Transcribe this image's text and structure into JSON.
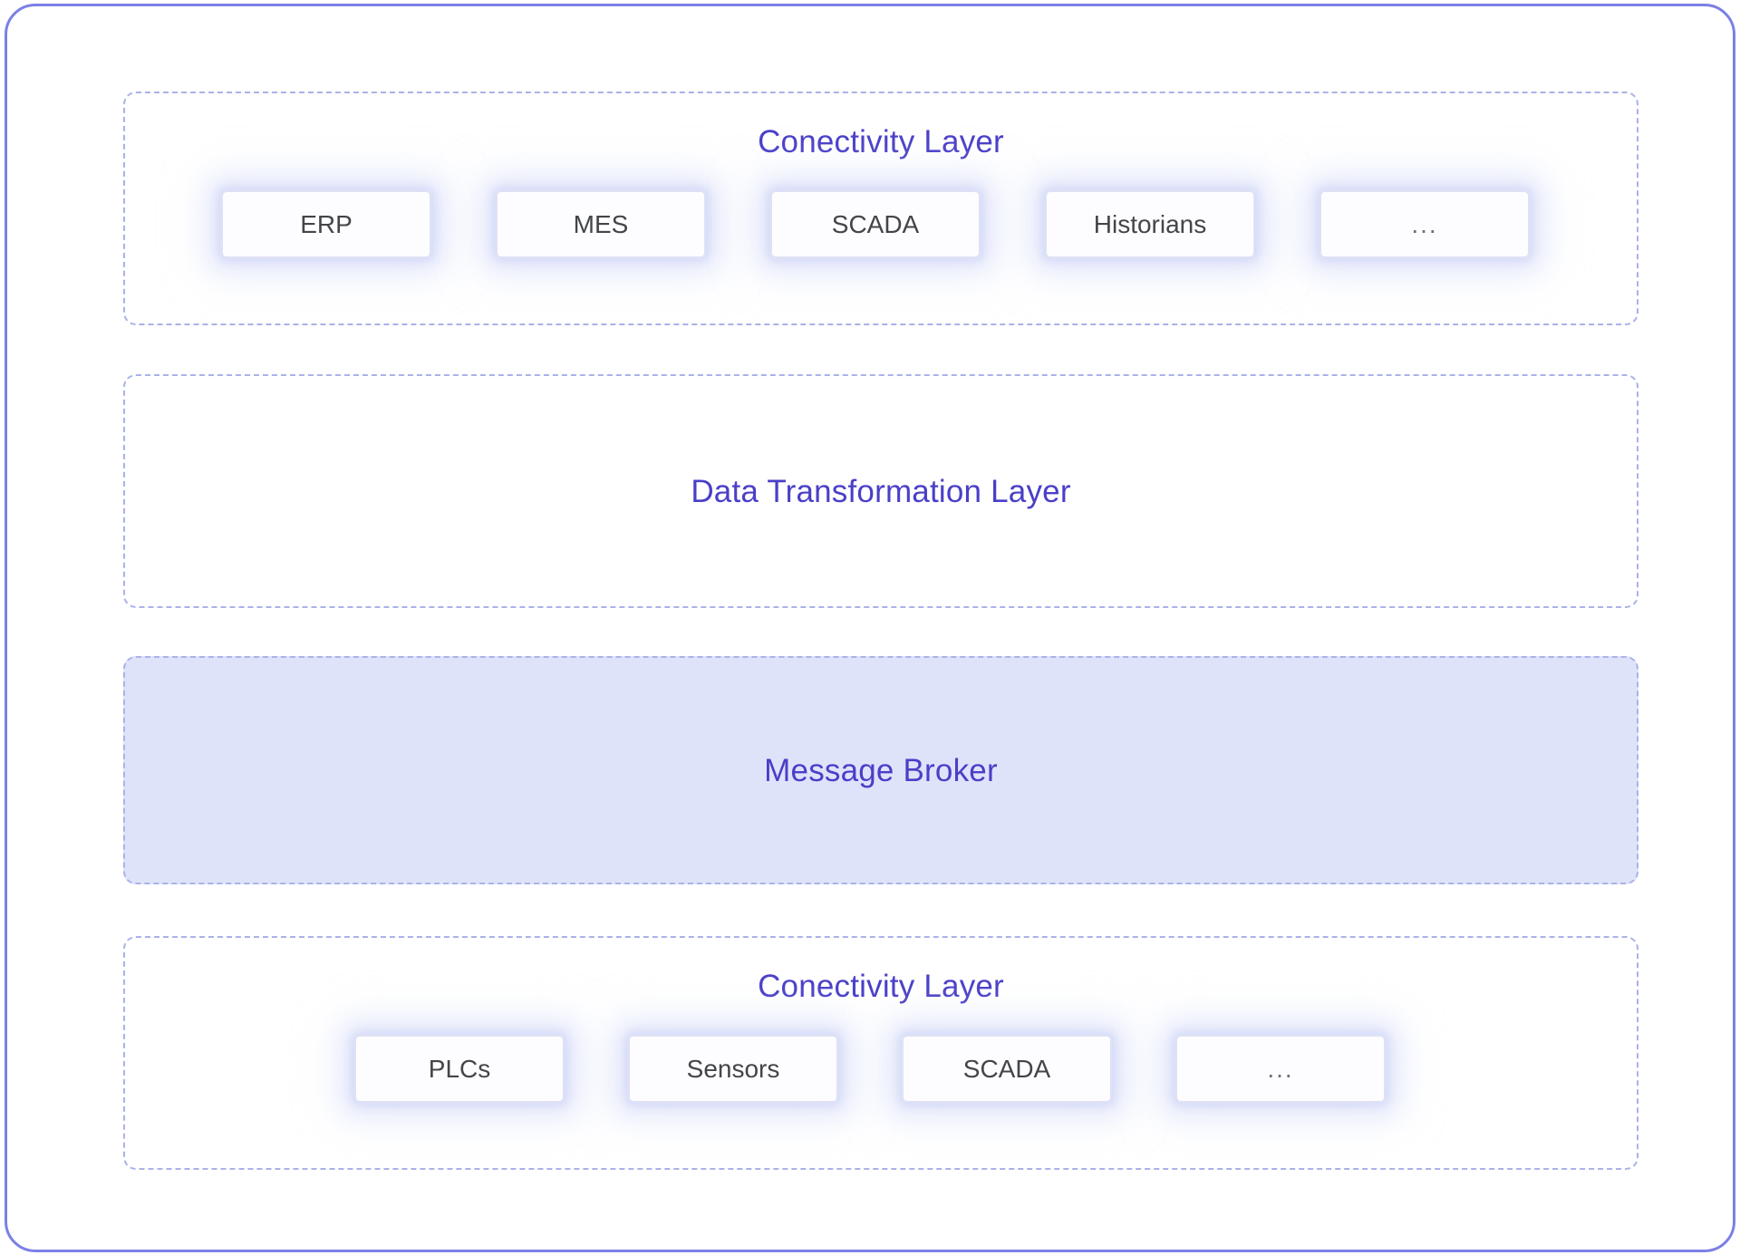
{
  "diagram": {
    "theme": {
      "outer_border_color": "#7b80e6",
      "dashed_border_color": "#aab2e8",
      "title_color": "#4a3fc8",
      "node_label_color": "#434548",
      "node_fill": "#fdfdff",
      "node_border_color": "#dfe2f5",
      "highlight_fill": "#dfe3fa",
      "page_background": "#ffffff"
    },
    "layers": [
      {
        "id": "connectivity-top",
        "title": "Conectivity Layer",
        "style": "dashed",
        "filled": false,
        "nodes": [
          {
            "label": "ERP"
          },
          {
            "label": "MES"
          },
          {
            "label": "SCADA"
          },
          {
            "label": "Historians"
          },
          {
            "label": "..."
          }
        ]
      },
      {
        "id": "data-transformation",
        "title": "Data Transformation Layer",
        "style": "dashed",
        "filled": false,
        "nodes": []
      },
      {
        "id": "message-broker",
        "title": "Message Broker",
        "style": "dashed",
        "filled": true,
        "nodes": []
      },
      {
        "id": "connectivity-bottom",
        "title": "Conectivity Layer",
        "style": "dashed",
        "filled": false,
        "nodes": [
          {
            "label": "PLCs"
          },
          {
            "label": "Sensors"
          },
          {
            "label": "SCADA"
          },
          {
            "label": "..."
          }
        ]
      }
    ]
  }
}
